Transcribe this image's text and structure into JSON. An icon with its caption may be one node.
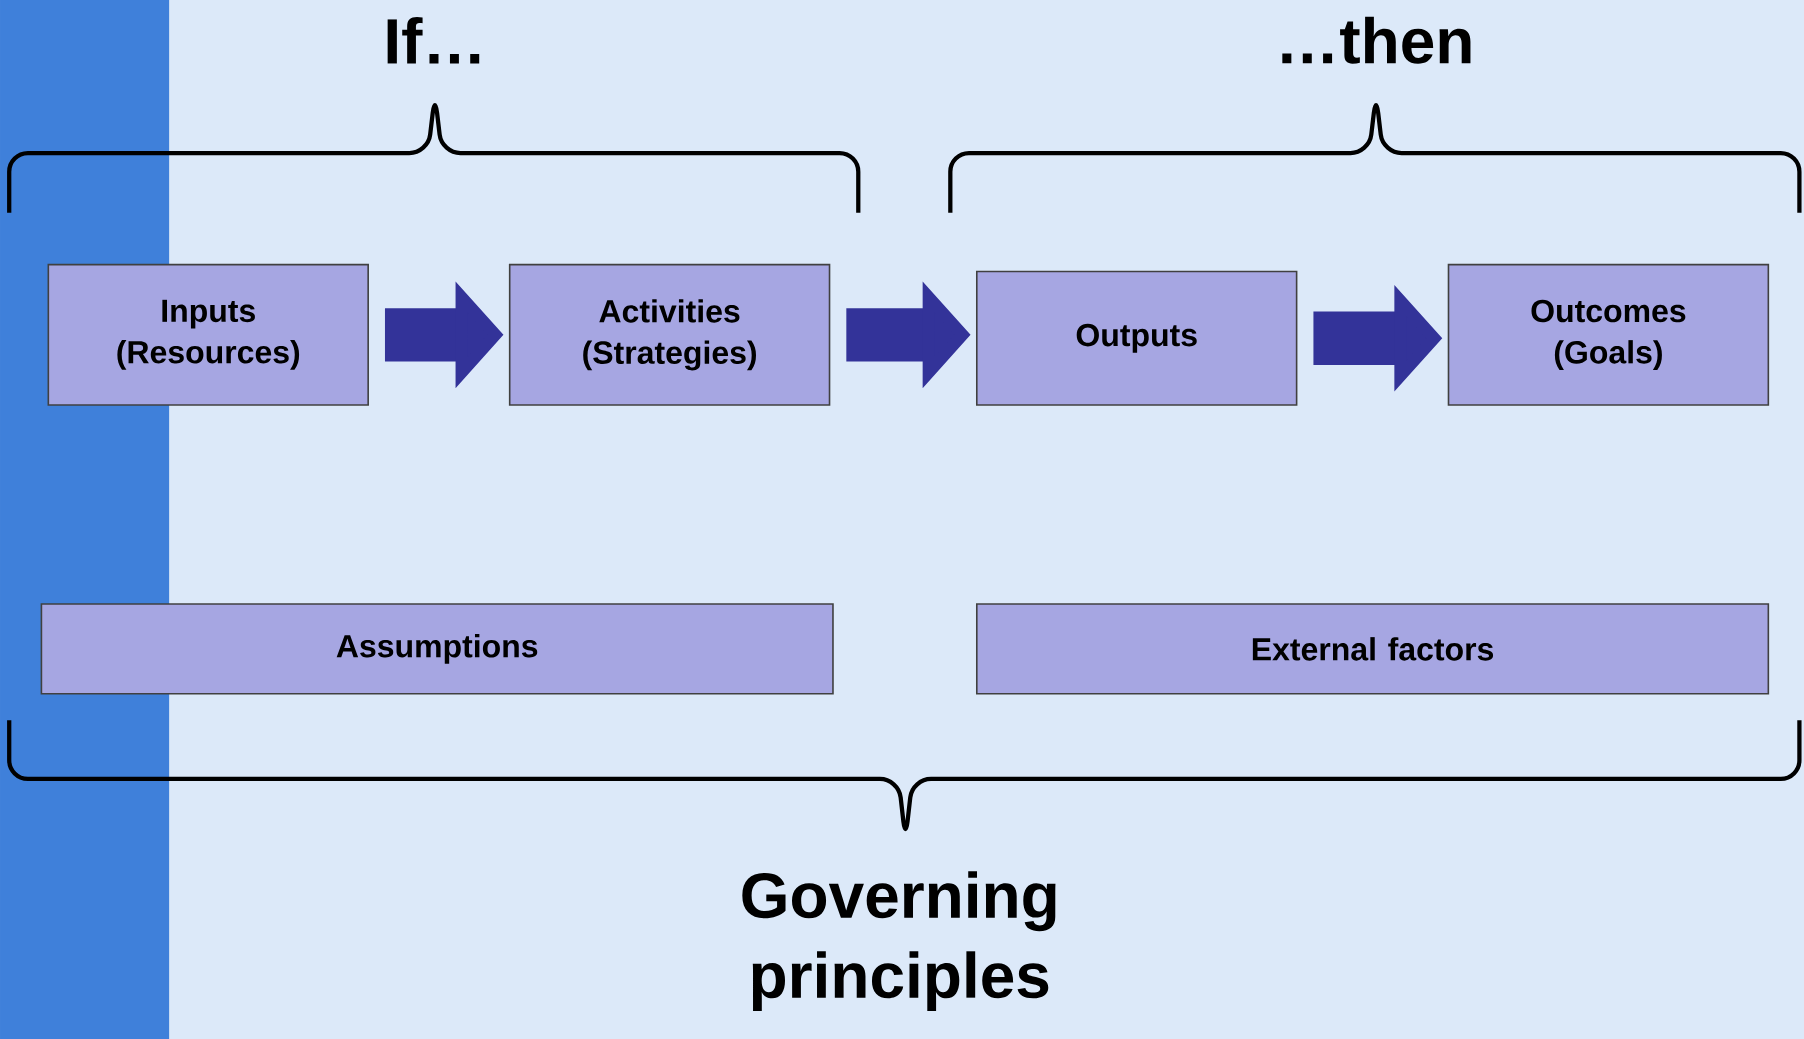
{
  "diagram": {
    "nodes": [
      {
        "text": [
          "Inputs (Resources)"
        ]
      },
      {
        "text": [
          "Activities (Strategies)"
        ]
      },
      {
        "text": [
          "Outputs"
        ]
      },
      {
        "text": [
          "Outcomes (Goals)"
        ]
      },
      {
        "text": [
          "Assumptions"
        ]
      },
      {
        "text": [
          "External factors"
        ]
      }
    ],
    "edges": [
      {
        "from": 0,
        "to": 1,
        "arrow": "to"
      },
      {
        "from": 1,
        "to": 2,
        "arrow": "to"
      },
      {
        "from": 2,
        "to": 3,
        "arrow": "to"
      }
    ],
    "labels": [
      "If…",
      "…then",
      "Governing principles"
    ]
  }
}
